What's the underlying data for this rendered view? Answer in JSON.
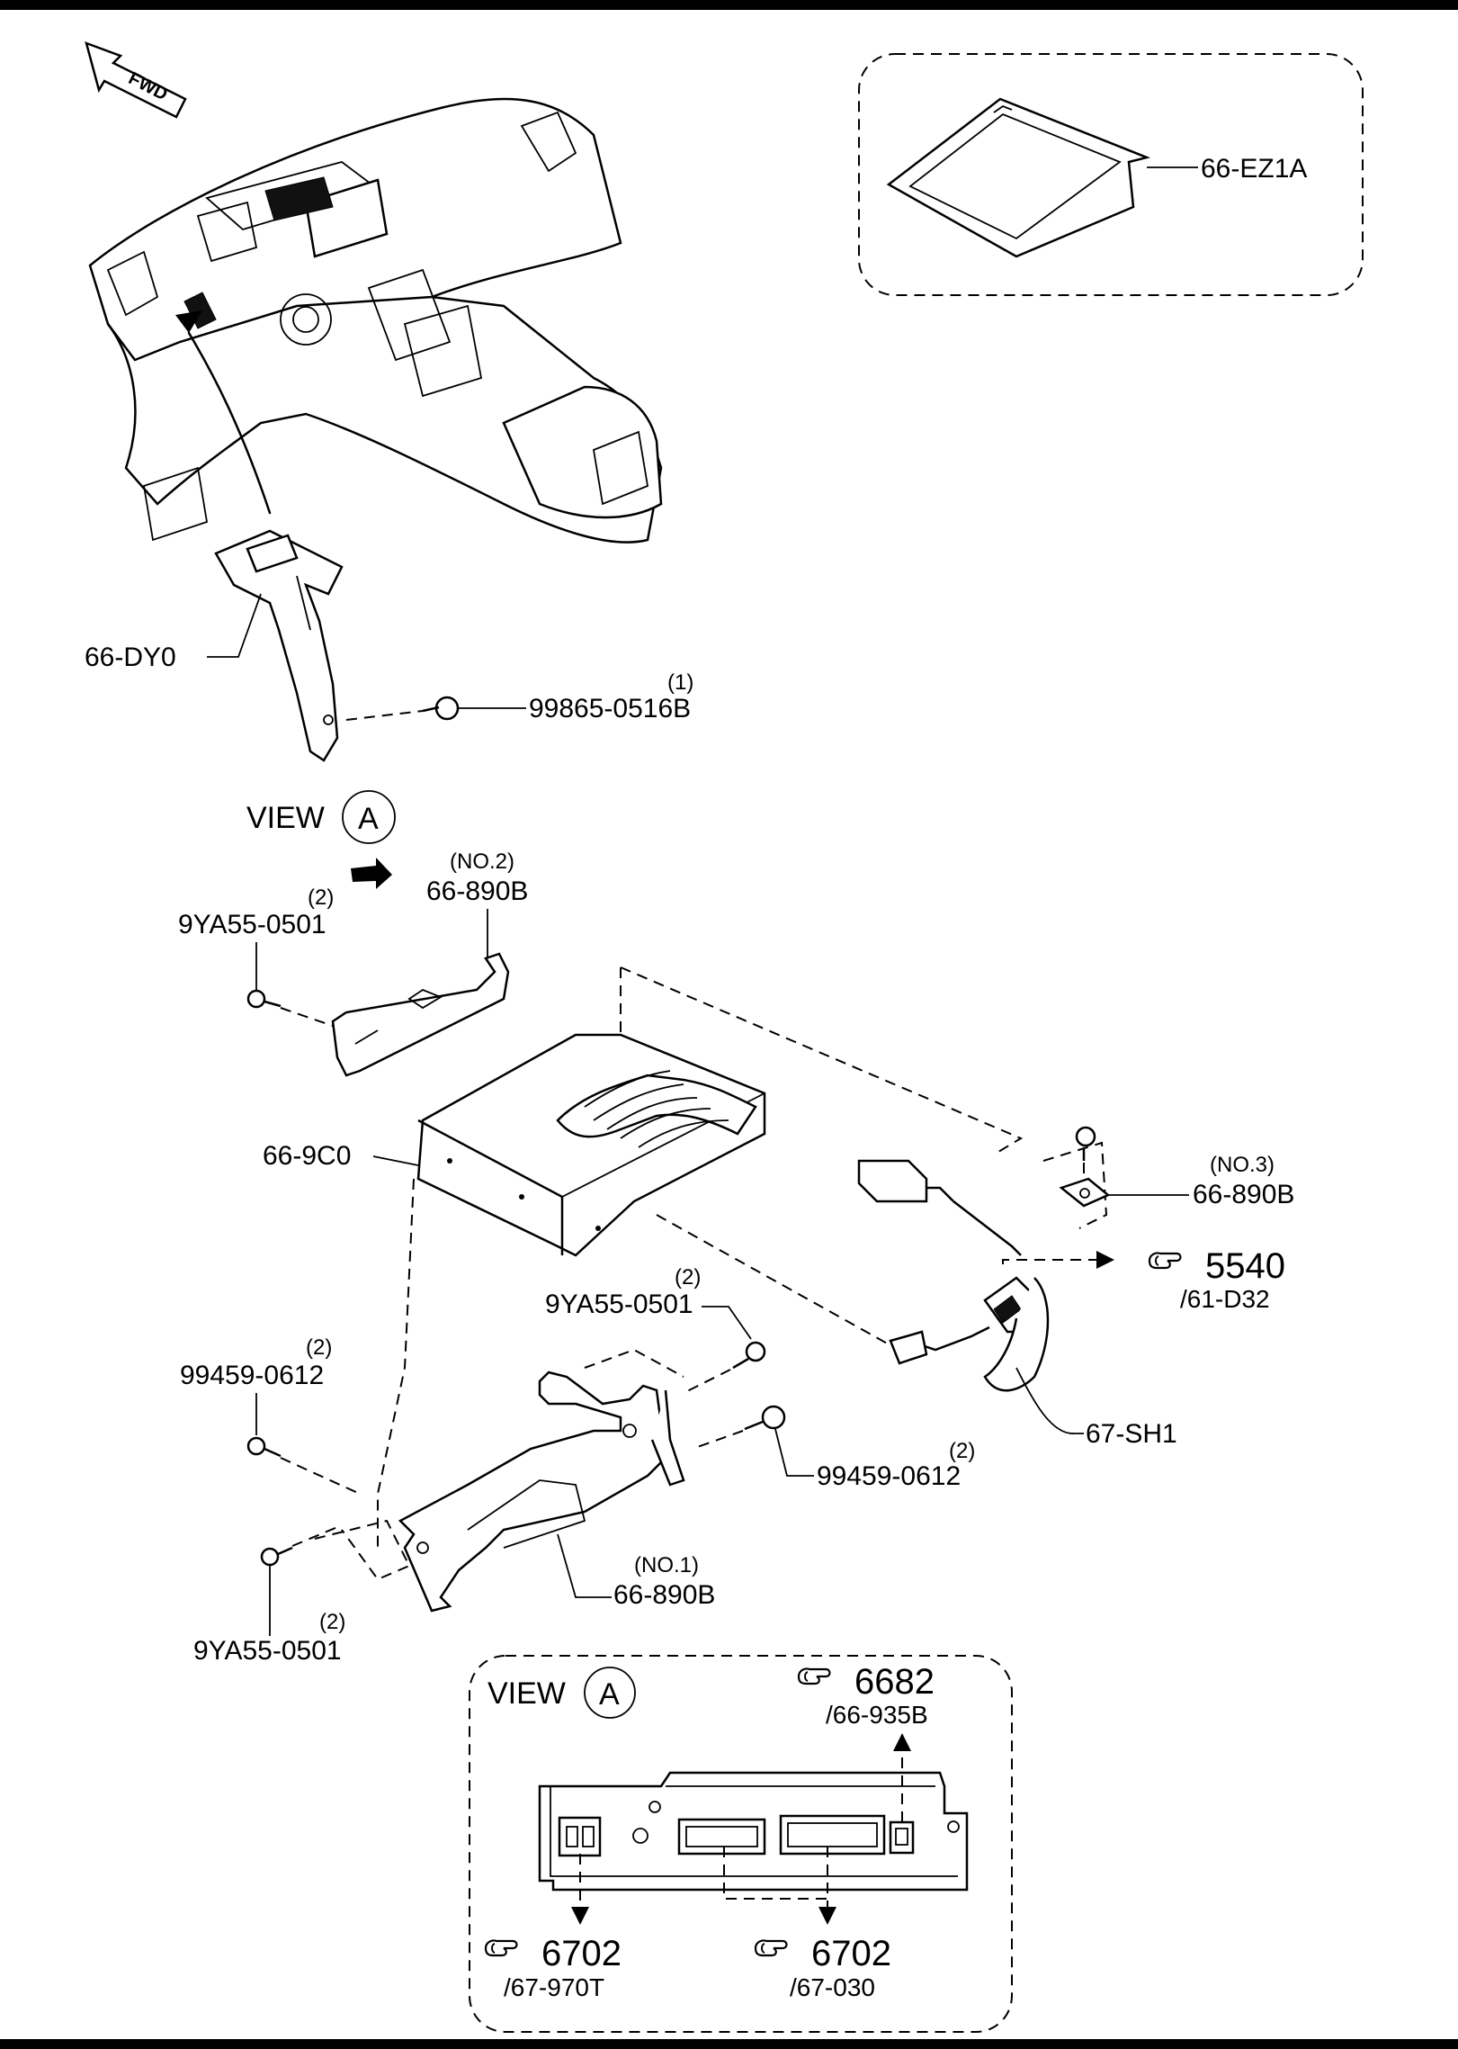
{
  "directions": {
    "forward": "FWD"
  },
  "view": {
    "word": "VIEW",
    "letter": "A"
  },
  "parts": {
    "sd_card": "66-EZ1A",
    "bracket_upper": "66-DY0",
    "clip": {
      "number": "99865-0516B",
      "qty": "(1)"
    },
    "bolt_top_left": {
      "number": "9YA55-0501",
      "qty": "(2)"
    },
    "bracket_no2": {
      "number": "66-890B",
      "note": "(NO.2)"
    },
    "amplifier": "66-9C0",
    "bracket_no3": {
      "number": "66-890B",
      "note": "(NO.3)"
    },
    "harness": "67-SH1",
    "bolt_mid": {
      "number": "9YA55-0501",
      "qty": "(2)"
    },
    "bolt_left_a": {
      "number": "99459-0612",
      "qty": "(2)"
    },
    "bolt_right": {
      "number": "99459-0612",
      "qty": "(2)"
    },
    "bracket_no1": {
      "number": "66-890B",
      "note": "(NO.1)"
    },
    "bolt_bottom": {
      "number": "9YA55-0501",
      "qty": "(2)"
    }
  },
  "references": {
    "ref_5540": {
      "number": "5540",
      "sub": "/61-D32"
    },
    "ref_6682": {
      "number": "6682",
      "sub": "/66-935B"
    },
    "ref_6702_left": {
      "number": "6702",
      "sub": "/67-970T"
    },
    "ref_6702_right": {
      "number": "6702",
      "sub": "/67-030"
    }
  }
}
